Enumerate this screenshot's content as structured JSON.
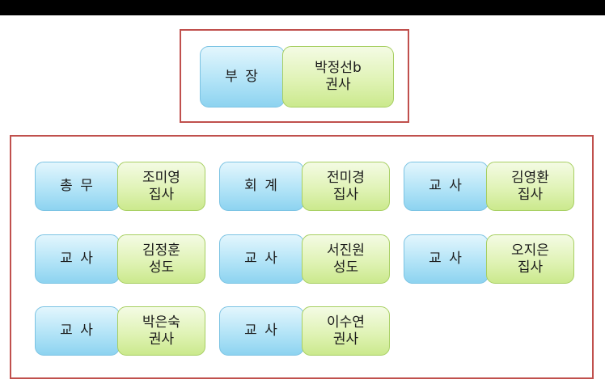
{
  "leader": {
    "role": "부 장",
    "name": "박정선b",
    "title": "권사"
  },
  "staff": [
    {
      "role": "총 무",
      "name": "조미영",
      "title": "집사"
    },
    {
      "role": "회 계",
      "name": "전미경",
      "title": "집사"
    },
    {
      "role": "교 사",
      "name": "김영환",
      "title": "집사"
    },
    {
      "role": "교 사",
      "name": "김정훈",
      "title": "성도"
    },
    {
      "role": "교 사",
      "name": "서진원",
      "title": "성도"
    },
    {
      "role": "교 사",
      "name": "오지은",
      "title": "집사"
    },
    {
      "role": "교 사",
      "name": "박은숙",
      "title": "권사"
    },
    {
      "role": "교 사",
      "name": "이수연",
      "title": "권사"
    }
  ],
  "colors": {
    "frame": "#c0504d",
    "role_fill": "#b3e4f7",
    "person_fill": "#e0f3b6",
    "topbar": "#000000"
  }
}
